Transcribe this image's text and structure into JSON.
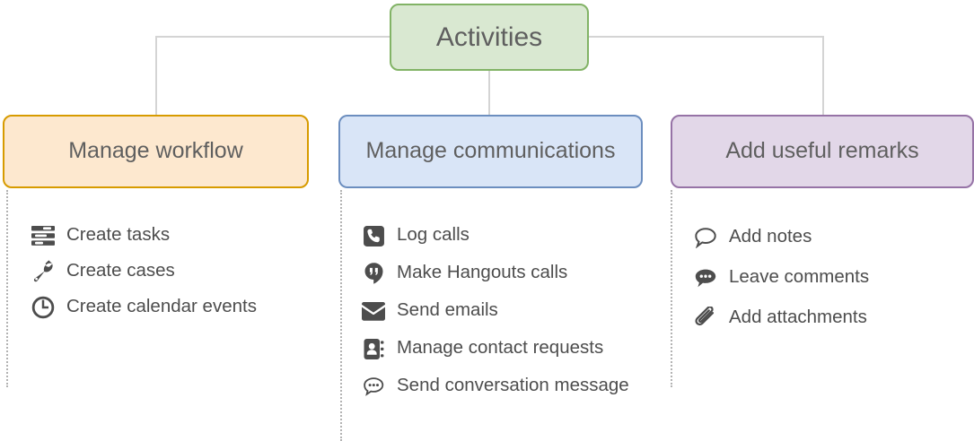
{
  "diagram": {
    "title": "Activities",
    "root": {
      "label": "Activities",
      "fill": "#d9e8d1",
      "stroke": "#82b366"
    },
    "columns": [
      {
        "id": "workflow",
        "header": {
          "label": "Manage workflow",
          "fill": "#fde8cf",
          "stroke": "#d79b00"
        },
        "items": [
          {
            "icon": "tasks-icon",
            "label": "Create tasks"
          },
          {
            "icon": "wrench-icon",
            "label": "Create cases"
          },
          {
            "icon": "clock-icon",
            "label": "Create calendar events"
          }
        ]
      },
      {
        "id": "communications",
        "header": {
          "label": "Manage communications",
          "fill": "#d9e5f7",
          "stroke": "#6c8ebf"
        },
        "items": [
          {
            "icon": "phone-icon",
            "label": "Log calls"
          },
          {
            "icon": "hangouts-icon",
            "label": "Make Hangouts calls"
          },
          {
            "icon": "envelope-icon",
            "label": "Send emails"
          },
          {
            "icon": "contact-book-icon",
            "label": "Manage contact requests"
          },
          {
            "icon": "chat-bubble-dots-icon",
            "label": "Send conversation message"
          }
        ]
      },
      {
        "id": "remarks",
        "header": {
          "label": "Add useful remarks",
          "fill": "#e2d7e8",
          "stroke": "#9673a6"
        },
        "items": [
          {
            "icon": "speech-bubble-outline-icon",
            "label": "Add notes"
          },
          {
            "icon": "comment-filled-icon",
            "label": "Leave comments"
          },
          {
            "icon": "paperclip-icon",
            "label": "Add attachments"
          }
        ]
      }
    ],
    "style": {
      "connector_color": "#d4d4d4",
      "separator_color": "#b3b3b3",
      "text_color": "#4d4d4d",
      "header_text_color": "#5f5f5f",
      "background": "#ffffff"
    }
  }
}
